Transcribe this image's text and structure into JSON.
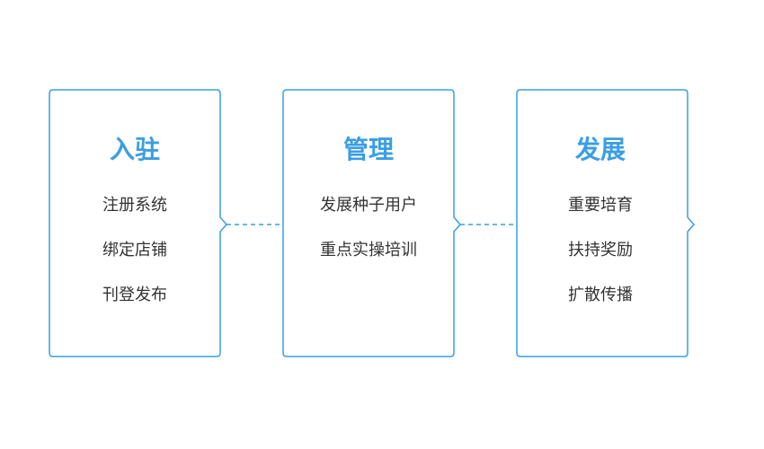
{
  "colors": {
    "border": "#3a9ee4",
    "title": "#3a9ee4",
    "text": "#333333",
    "background": "#ffffff"
  },
  "stages": [
    {
      "title": "入驻",
      "items": [
        "注册系统",
        "绑定店铺",
        "刊登发布"
      ]
    },
    {
      "title": "管理",
      "items": [
        "发展种子用户",
        "重点实操培训"
      ]
    },
    {
      "title": "发展",
      "items": [
        "重要培育",
        "扶持奖励",
        "扩散传播"
      ]
    }
  ]
}
